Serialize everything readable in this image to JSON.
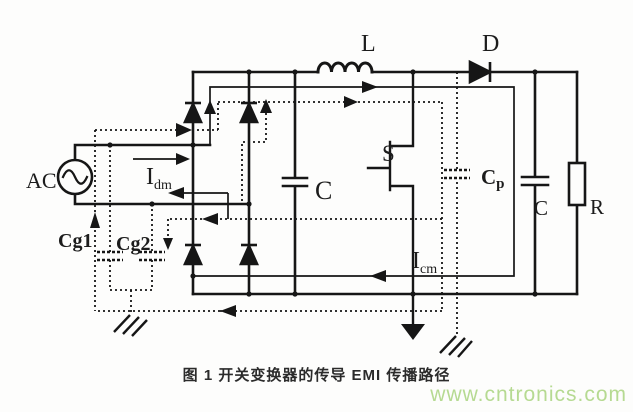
{
  "figure": {
    "caption": "图 1  开关变换器的传导 EMI 传播路径",
    "watermark": "www.cntronics.com"
  },
  "components": {
    "ac_source": "AC",
    "inductor": "L",
    "boost_diode": "D",
    "switch": "S",
    "input_cap": "C",
    "parasitic_cap_base": "C",
    "parasitic_cap_sub": "p",
    "output_cap": "C",
    "load_resistor": "R",
    "ground_cap1": "Cg1",
    "ground_cap2": "Cg2"
  },
  "currents": {
    "dm_base": "I",
    "dm_sub": "dm",
    "cm_base": "I",
    "cm_sub": "cm"
  },
  "colors": {
    "wire": "#161616",
    "caption_text": "#2b2b2b",
    "watermark_green": "#b6da92",
    "background": "#fdfdfc"
  }
}
